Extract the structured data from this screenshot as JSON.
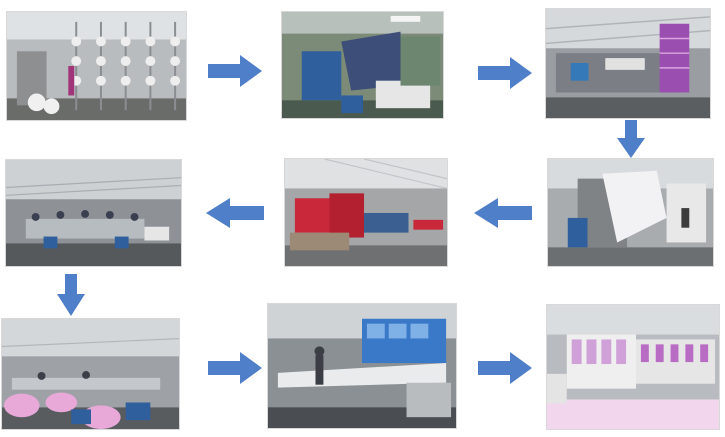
{
  "colors": {
    "arrow": "#4f7fc8",
    "floor": "#4a4e52",
    "ceiling": "#c8ccd0",
    "machine_blue": "#2f5f9c",
    "fabric_red": "#c8283a",
    "fabric_purple": "#9a4fb0",
    "fabric_pink": "#e8a8d8",
    "window_blue": "#3a78c8"
  },
  "steps": [
    {
      "scene": "yarn-winding",
      "icon": "yarn-cone-rack-photo"
    },
    {
      "scene": "fabric-dyeing",
      "icon": "dyeing-machine-photo"
    },
    {
      "scene": "weaving-looms",
      "icon": "loom-hall-photo"
    },
    {
      "scene": "fabric-inspection",
      "icon": "inspection-frame-photo"
    },
    {
      "scene": "fabric-rolls",
      "icon": "fabric-roll-photo"
    },
    {
      "scene": "sewing-workshop",
      "icon": "sewing-hall-photo"
    },
    {
      "scene": "packing-area",
      "icon": "packing-hall-photo"
    },
    {
      "scene": "cutting-tables",
      "icon": "cutting-table-photo"
    },
    {
      "scene": "embroidery-machines",
      "icon": "embroidery-machine-photo"
    }
  ],
  "arrows": [
    "right",
    "right",
    "down",
    "left",
    "left",
    "down",
    "right",
    "right"
  ]
}
